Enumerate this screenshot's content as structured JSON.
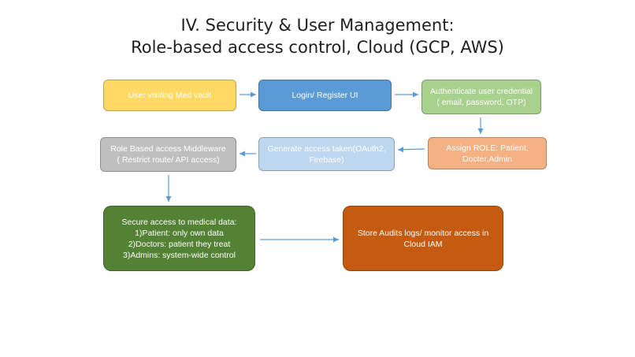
{
  "title": {
    "line1": "IV. Security & User Management:",
    "line2": "Role-based access control, Cloud (GCP, AWS)"
  },
  "nodes": {
    "visitor": {
      "label": "User visiting Med vault",
      "color": "#FFD966"
    },
    "login": {
      "label": "Login/ Register UI",
      "color": "#5B9BD5"
    },
    "auth": {
      "line1": "Authenticate user credential",
      "line2": "( email, password, OTP)",
      "color": "#A9D18E"
    },
    "assign": {
      "line1": "Assign ROLE: Patient,",
      "line2": "Docter,Admin",
      "color": "#F4B183"
    },
    "generate": {
      "line1": "Generate access taken(OAuth2,",
      "line2": "Firebase)",
      "color": "#BDD7EE"
    },
    "rbac": {
      "line1": "Role Based  access Middleware",
      "line2": "( Restrict route/ API access)",
      "color": "#BFBFBF"
    },
    "secure": {
      "line1": "Secure access to medical data:",
      "line2": "1)Patient: only own data",
      "line3": "2)Doctors: patient they treat",
      "line4": "3)Admins: system-wide control",
      "color": "#548235"
    },
    "audit": {
      "line1": "Store Audits logs/ monitor access in",
      "line2": "Cloud IAM",
      "color": "#C55A11"
    }
  },
  "edge_color": "#5B9BD5"
}
